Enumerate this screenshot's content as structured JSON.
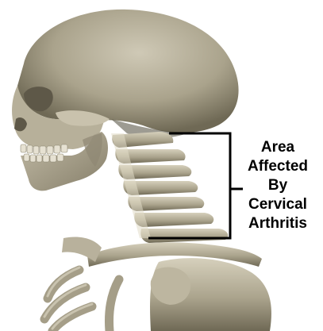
{
  "callout": {
    "lines": [
      "Area",
      "Affected",
      "By",
      "Cervical",
      "Arthritis"
    ]
  },
  "colors": {
    "background": "#ffffff",
    "bone_light": "#cfc9b6",
    "bone_mid": "#aaa38c",
    "bone_dark": "#6f6955",
    "bracket": "#000000",
    "label_text": "#000000"
  },
  "icons": {
    "skull": "skull-illustration",
    "spine": "cervical-spine-illustration"
  }
}
